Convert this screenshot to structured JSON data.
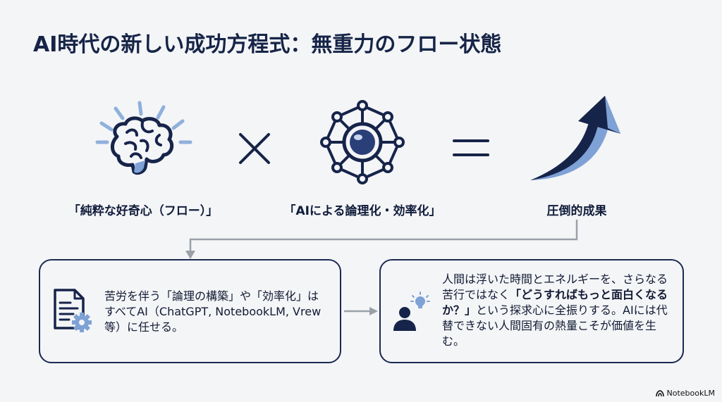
{
  "title": "AI時代の新しい成功方程式：無重力のフロー状態",
  "operators": {
    "times": "×",
    "equals": "="
  },
  "terms": [
    {
      "label": "「純粋な好奇心（フロー）」",
      "icon": "brain-icon"
    },
    {
      "label": "「AIによる論理化・効率化」",
      "icon": "network-hub-icon"
    },
    {
      "label": "圧倒的成果",
      "icon": "rising-arrow-icon"
    }
  ],
  "left_box": {
    "icon": "document-gear-icon",
    "text": "苦労を伴う「論理の構築」や「効率化」はすべてAI（ChatGPT, NotebookLM, Vrew等）に任せる。"
  },
  "right_box": {
    "icon": "person-lightbulb-icon",
    "text_before": "人間は浮いた時間とエネルギーを、さらなる苦行ではなく",
    "text_emphasis": "「どうすればもっと面白くなるか？」",
    "text_after": "という探求心に全振りする。AIには代替できない人間固有の熱量こそが価値を生む。"
  },
  "watermark": "NotebookLM",
  "colors": {
    "navy": "#1b2a52",
    "accent_blue": "#7fa2d6",
    "connector_gray": "#9aa0a8",
    "background": "#f4f5f7"
  }
}
